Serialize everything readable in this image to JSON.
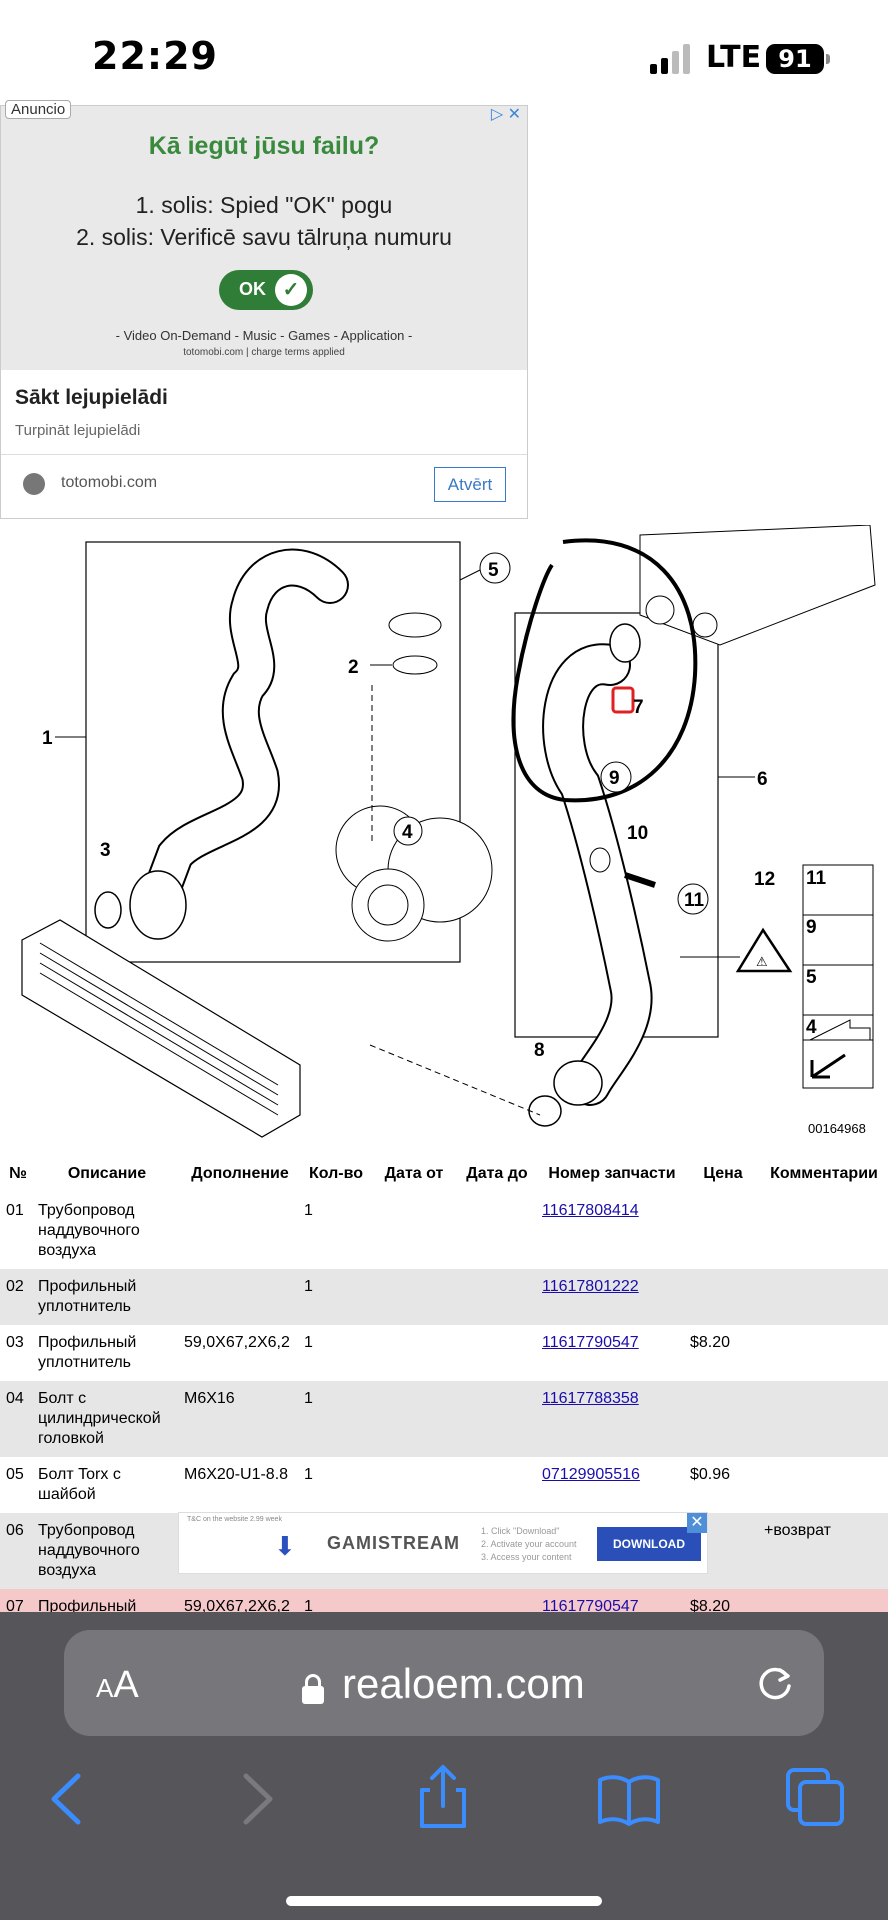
{
  "status_bar": {
    "time": "22:29",
    "network": "LTE",
    "battery": "91"
  },
  "ad": {
    "tag": "Anuncio",
    "title": "Kā iegūt jūsu failu?",
    "step1": "1. solis: Spied \"OK\" pogu",
    "step2": "2. solis: Verificē savu tālruņa numuru",
    "ok_label": "OK",
    "services": "- Video On-Demand - Music - Games - Application -",
    "small_domain": "totomobi.com | charge terms applied",
    "cta_title": "Sākt lejupielādi",
    "cta_sub": "Turpināt lejupielādi",
    "domain": "totomobi.com",
    "open_button": "Atvērt"
  },
  "diagram": {
    "labels": [
      "1",
      "2",
      "3",
      "4",
      "5",
      "6",
      "7",
      "8",
      "9",
      "10",
      "11",
      "12"
    ],
    "side_labels": [
      "11",
      "9",
      "5",
      "4"
    ],
    "code": "00164968"
  },
  "table": {
    "headers": [
      "№",
      "Описание",
      "Дополнение",
      "Кол-во",
      "Дата от",
      "Дата до",
      "Номер запчасти",
      "Цена",
      "Комментарии"
    ],
    "rows": [
      {
        "no": "01",
        "desc": "Трубопровод наддувочного воздуха",
        "add": "",
        "qty": "1",
        "from": "",
        "to": "",
        "part": "11617808414",
        "price": "",
        "comment": ""
      },
      {
        "no": "02",
        "desc": "Профильный уплотнитель",
        "add": "",
        "qty": "1",
        "from": "",
        "to": "",
        "part": "11617801222",
        "price": "",
        "comment": ""
      },
      {
        "no": "03",
        "desc": "Профильный уплотнитель",
        "add": "59,0X67,2X6,2",
        "qty": "1",
        "from": "",
        "to": "",
        "part": "11617790547",
        "price": "$8.20",
        "comment": ""
      },
      {
        "no": "04",
        "desc": "Болт с цилиндрической головкой",
        "add": "M6X16",
        "qty": "1",
        "from": "",
        "to": "",
        "part": "11617788358",
        "price": "",
        "comment": ""
      },
      {
        "no": "05",
        "desc": "Болт Torx с шайбой",
        "add": "M6X20-U1-8.8",
        "qty": "1",
        "from": "",
        "to": "",
        "part": "07129905516",
        "price": "$0.96",
        "comment": ""
      },
      {
        "no": "06",
        "desc": "Трубопровод наддувочного воздуха",
        "add": "",
        "qty": "",
        "from": "",
        "to": "",
        "part": "",
        "price": "",
        "comment": "+возврат"
      },
      {
        "no": "07",
        "desc": "Профильный",
        "add": "59,0X67,2X6,2",
        "qty": "1",
        "from": "",
        "to": "",
        "part": "11617790547",
        "price": "$8.20",
        "comment": ""
      }
    ]
  },
  "inline_ad": {
    "small": "T&C on the website 2.99 week",
    "brand": "GAMISTREAM",
    "steps": [
      "1. Click \"Download\"",
      "2. Activate your account",
      "3. Access your content"
    ],
    "button": "DOWNLOAD"
  },
  "browser": {
    "aa_small": "A",
    "aa_large": "A",
    "url": "realoem.com"
  }
}
